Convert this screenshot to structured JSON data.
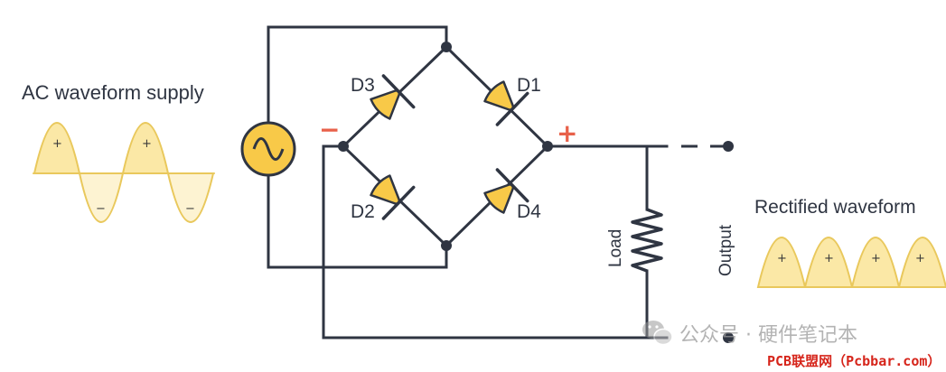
{
  "labels": {
    "ac_supply": "AC waveform supply",
    "rectified": "Rectified waveform",
    "load": "Load",
    "output": "Output",
    "d1": "D1",
    "d2": "D2",
    "d3": "D3",
    "d4": "D4",
    "negative": "−",
    "positive": "+"
  },
  "ac_wave": {
    "positive_sign": "+",
    "negative_sign": "−",
    "cycles": 2
  },
  "rectified_wave": {
    "sign": "+",
    "humps": 4
  },
  "watermark": {
    "account": "公众号 · 硬件笔记本",
    "badge": "PCB联盟网（Pcbbar.com）"
  },
  "colors": {
    "wire": "#2f3542",
    "diode_fill": "#f8c948",
    "source_fill": "#f8c948",
    "polarity": "#e8614a",
    "wave_fill": "#fbe8a6",
    "wave_stroke": "#e9c85c"
  },
  "icons": {
    "ac_source": "ac-source-sine-icon",
    "resistor": "resistor-zigzag-icon",
    "wechat": "wechat-icon"
  }
}
